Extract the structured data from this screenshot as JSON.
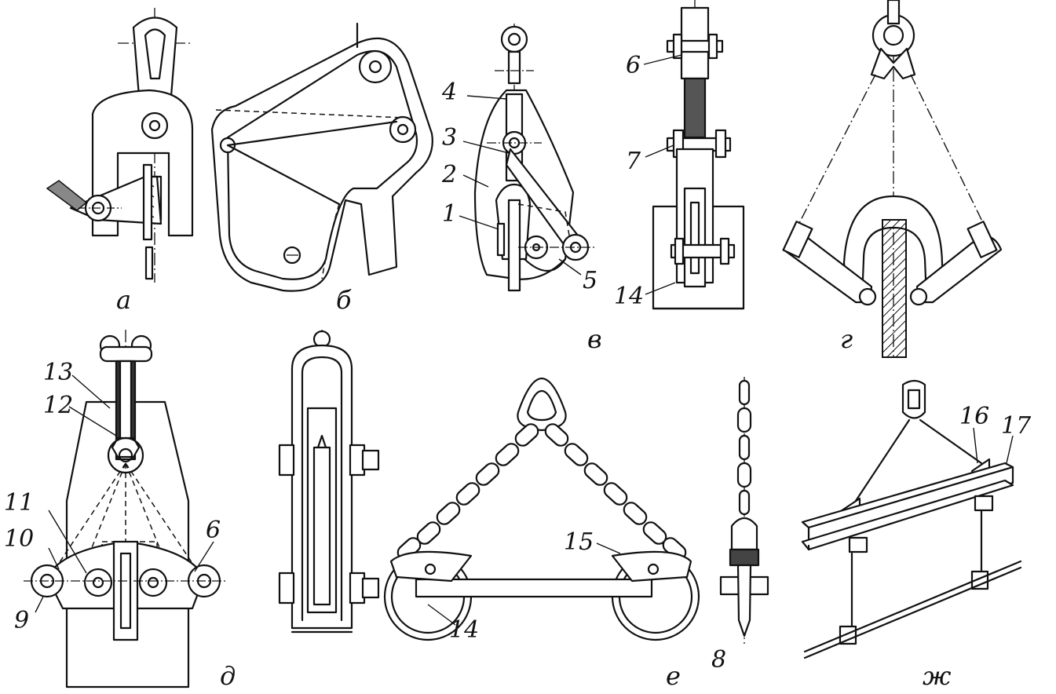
{
  "figure": {
    "captions": {
      "a": "а",
      "b": "б",
      "v": "в",
      "g": "г",
      "d": "д",
      "e": "е",
      "zh": "ж"
    },
    "labels": {
      "n1": "1",
      "n2": "2",
      "n3": "3",
      "n4": "4",
      "n5": "5",
      "n6_top": "6",
      "n7": "7",
      "n14_top": "14",
      "n13": "13",
      "n12": "12",
      "n11": "11",
      "n10": "10",
      "n9": "9",
      "n6_bottom": "6",
      "n15": "15",
      "n14_bottom": "14",
      "n8": "8",
      "n16": "16",
      "n17": "17"
    }
  }
}
